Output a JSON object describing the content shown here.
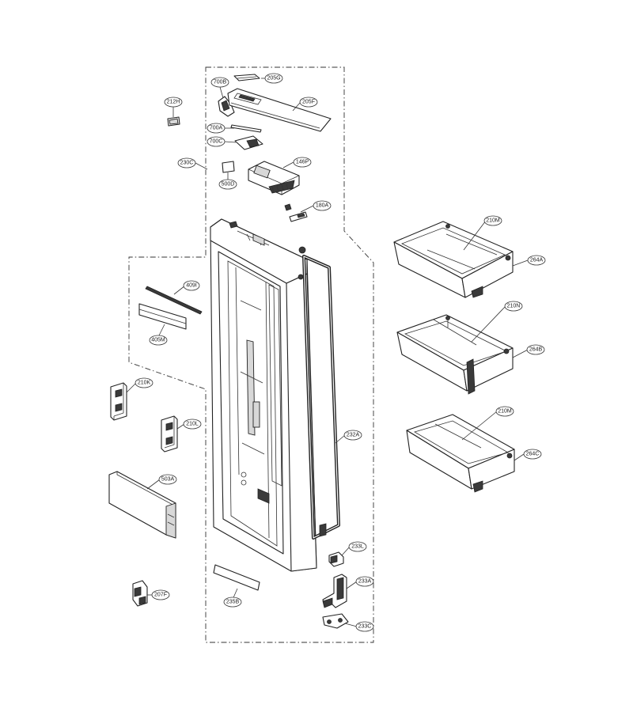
{
  "callouts": {
    "p205G": "205G",
    "p700B": "700B",
    "p212H": "212H",
    "p205F": "205F",
    "p700A": "700A",
    "p700C": "700C",
    "p230C": "230C",
    "p146P": "146P",
    "p500D": "500D",
    "p180A": "180A",
    "p210M_top": "210M",
    "p264A": "264A",
    "p409I": "409I",
    "p405M": "405M",
    "p210N": "210N",
    "p264B": "264B",
    "p210K": "210K",
    "p210L": "210L",
    "p232A": "232A",
    "p210M_bottom": "210M",
    "p264C": "264C",
    "p503A": "503A",
    "p233L": "233L",
    "p233A": "233A",
    "p207F": "207F",
    "p235B": "235B",
    "p233C": "233C"
  }
}
